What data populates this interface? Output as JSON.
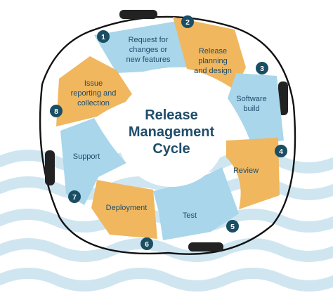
{
  "title_lines": [
    "Release",
    "Management",
    "Cycle"
  ],
  "steps": [
    {
      "number": "1",
      "label_lines": [
        "Request for",
        "changes or",
        "new features"
      ],
      "color": "#a9d6ea"
    },
    {
      "number": "2",
      "label_lines": [
        "Release",
        "planning",
        "and design"
      ],
      "color": "#f0b75f"
    },
    {
      "number": "3",
      "label_lines": [
        "Software",
        "build"
      ],
      "color": "#a9d6ea"
    },
    {
      "number": "4",
      "label_lines": [
        "Review"
      ],
      "color": "#f0b75f"
    },
    {
      "number": "5",
      "label_lines": [
        "Test"
      ],
      "color": "#a9d6ea"
    },
    {
      "number": "6",
      "label_lines": [
        "Deployment"
      ],
      "color": "#f0b75f"
    },
    {
      "number": "7",
      "label_lines": [
        "Support"
      ],
      "color": "#a9d6ea"
    },
    {
      "number": "8",
      "label_lines": [
        "Issue",
        "reporting and",
        "collection"
      ],
      "color": "#f0b75f"
    }
  ],
  "colors": {
    "badge": "#1b4d63",
    "text": "#1f4d6b",
    "wave": "#cfe6f1",
    "rope": "#111111",
    "clip": "#222222"
  }
}
